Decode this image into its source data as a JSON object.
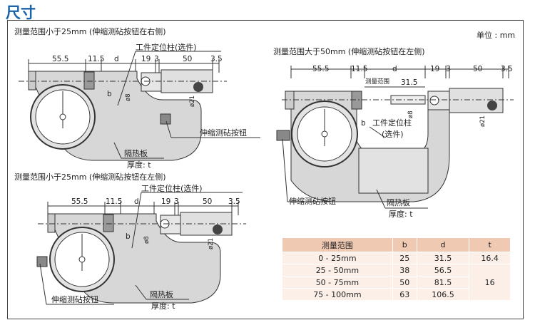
{
  "title": "尺寸",
  "unit_label": "单位 : mm",
  "diagram_small_right": {
    "heading": "测量范围小于25mm (伸缩测砧按钮在右侧)",
    "dims": [
      "55.5",
      "11.5",
      "d",
      "19",
      "3",
      "50",
      "3.5"
    ],
    "workpiece_stop": "工件定位柱(选件)",
    "b": "b",
    "phi8": "ø8",
    "phi21": "ø21",
    "button": "伸缩测砧按钮",
    "heat_plate": "隔热板",
    "thickness": "厚度: t"
  },
  "diagram_small_left": {
    "heading": "测量范围小于25mm (伸缩测砧按钮在左侧)",
    "dims": [
      "55.5",
      "11.5",
      "d",
      "19",
      "3",
      "50",
      "3.5"
    ],
    "workpiece_stop": "工件定位柱(选件)",
    "b": "b",
    "phi8": "ø8",
    "phi21": "ø21",
    "button": "伸缩测砧按钮",
    "heat_plate": "隔热板",
    "thickness": "厚度: t"
  },
  "diagram_large_left": {
    "heading": "测量范围大于50mm (伸缩测砧按钮在左侧)",
    "dims": [
      "55.5",
      "11.5",
      "d",
      "19",
      "3",
      "50",
      "3.5"
    ],
    "range_label": "测量范围",
    "range_value": "31.5",
    "workpiece_stop": "工件定位柱",
    "optional": "(选件)",
    "b": "b",
    "phi8": "ø8",
    "phi21": "ø21",
    "button": "伸缩测砧按钮",
    "heat_plate": "隔热板",
    "thickness": "厚度: t"
  },
  "table": {
    "headers": [
      "测量范围",
      "b",
      "d",
      "t"
    ],
    "rows": [
      [
        "0 - 25mm",
        "25",
        "31.5",
        "16.4"
      ],
      [
        "25 - 50mm",
        "38",
        "56.5",
        "16"
      ],
      [
        "50 - 75mm",
        "50",
        "81.5",
        ""
      ],
      [
        "75 - 100mm",
        "63",
        "106.5",
        ""
      ]
    ]
  }
}
